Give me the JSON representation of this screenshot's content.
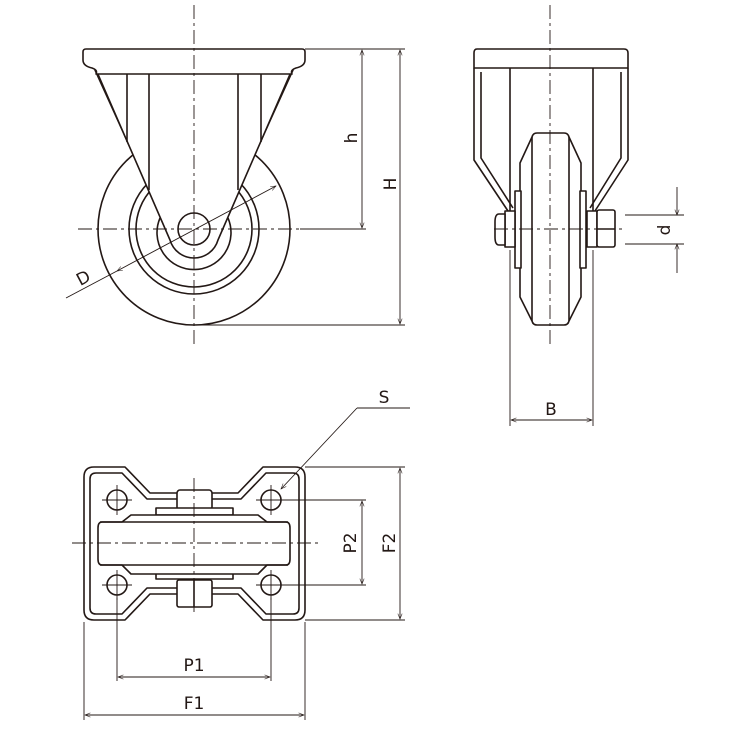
{
  "drawing": {
    "title": "Fixed caster dimension drawing",
    "side_view": {
      "height_label": "h",
      "total_height_label": "H",
      "diameter_label": "D"
    },
    "front_view": {
      "axle_diameter_label": "d",
      "width_label": "B"
    },
    "plate_view": {
      "hole_label": "S",
      "pitch_x_label": "P1",
      "pitch_y_label": "P2",
      "plate_width_label": "F1",
      "plate_length_label": "F2"
    },
    "line_color": "#231815"
  }
}
